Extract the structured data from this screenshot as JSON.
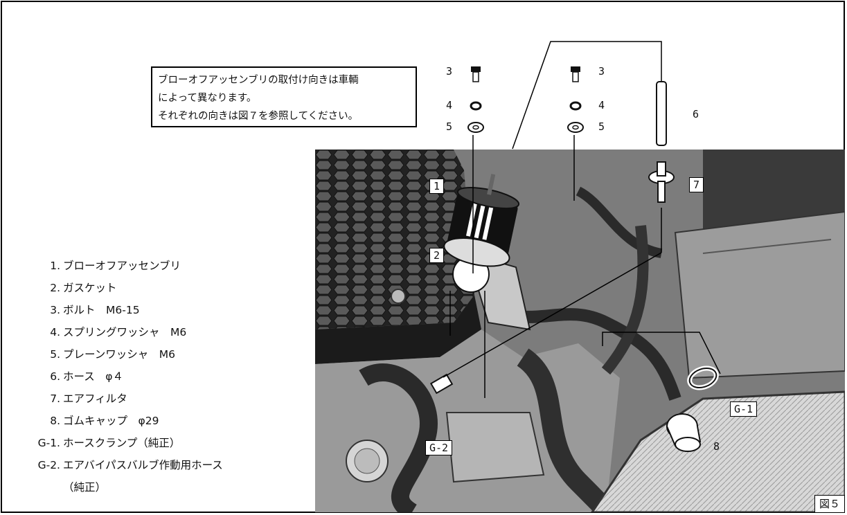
{
  "note": {
    "lines": [
      "ブローオフアッセンブリの取付け向きは車輌",
      "によって異なります。",
      "それぞれの向きは図７を参照してください。"
    ]
  },
  "parts": [
    {
      "num": "1.",
      "name": "ブローオフアッセンブリ"
    },
    {
      "num": "2.",
      "name": "ガスケット"
    },
    {
      "num": "3.",
      "name": "ボルト　M6-15"
    },
    {
      "num": "4.",
      "name": "スプリングワッシャ　M6"
    },
    {
      "num": "5.",
      "name": "プレーンワッシャ　M6"
    },
    {
      "num": "6.",
      "name": "ホース　φ４"
    },
    {
      "num": "7.",
      "name": "エアフィルタ"
    },
    {
      "num": "8.",
      "name": "ゴムキャップ　φ29"
    },
    {
      "num": "G-1.",
      "name": "ホースクランプ（純正）"
    },
    {
      "num": "G-2.",
      "name": "エアバイパスバルブ作動用ホース",
      "cont": "（純正）"
    }
  ],
  "callouts": {
    "n3_left": "3",
    "n4_left": "4",
    "n5_left": "5",
    "n3_right": "3",
    "n4_right": "4",
    "n5_right": "5",
    "n6": "6",
    "n8": "8",
    "box1": "1",
    "box2": "2",
    "box7": "7",
    "boxG1": "G-1",
    "boxG2": "G-2"
  },
  "figure_label": "図５"
}
